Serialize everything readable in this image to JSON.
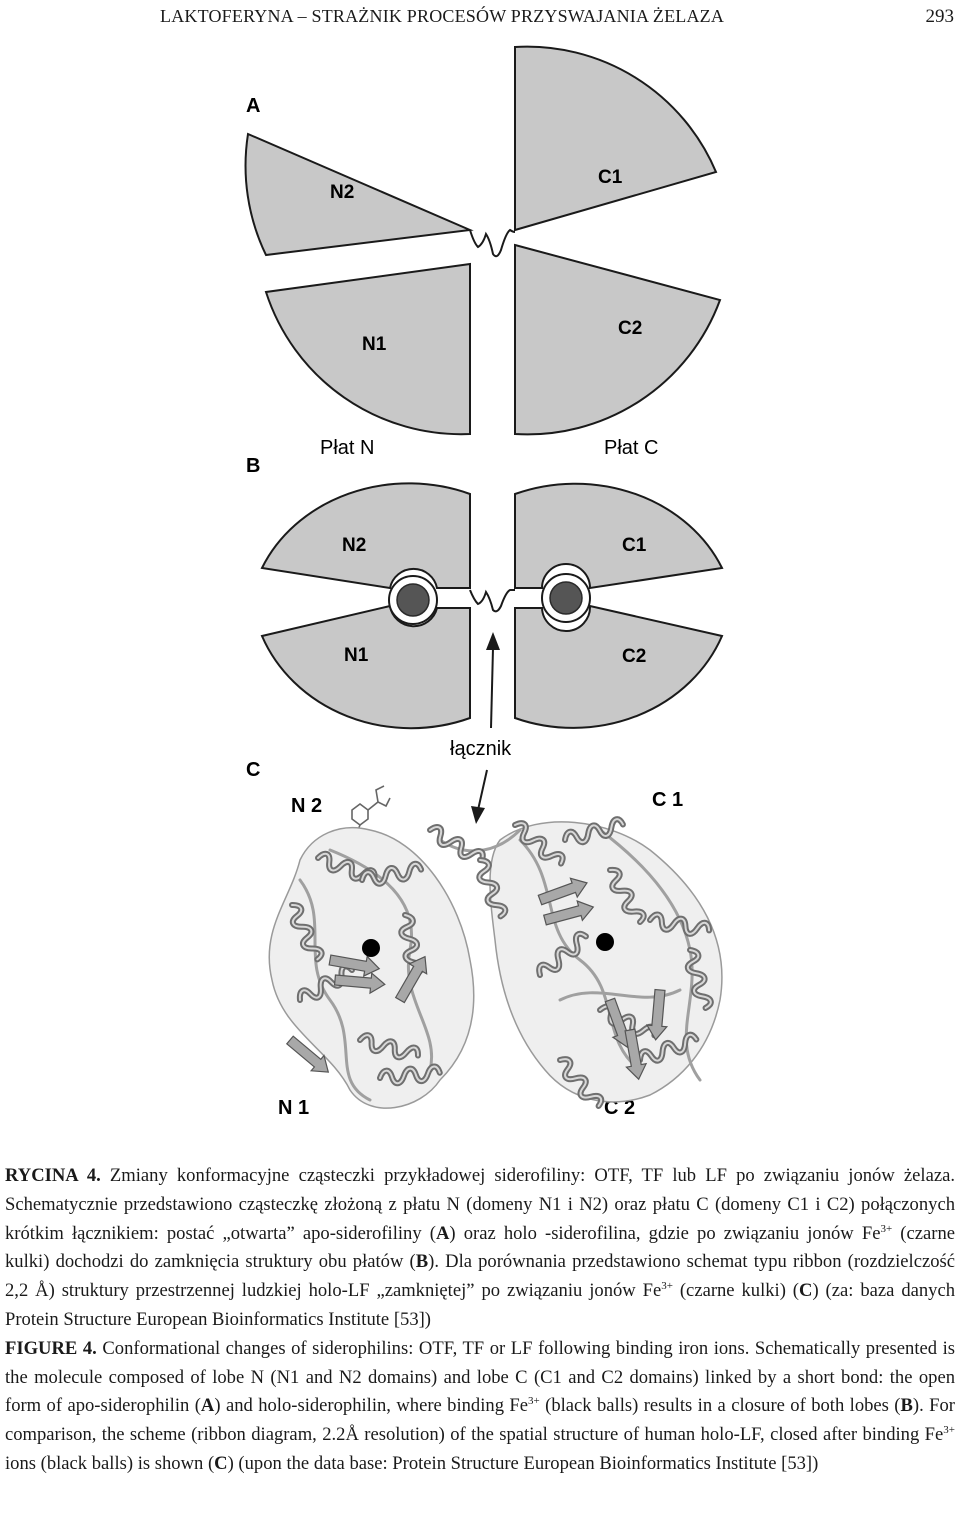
{
  "header": {
    "running_title": "LAKTOFERYNA – STRAŻNIK PROCESÓW PRZYSWAJANIA ŻELAZA",
    "page_number": "293"
  },
  "figure": {
    "panel_a": {
      "label": "A",
      "lobes": {
        "n2": "N2",
        "n1": "N1",
        "c1": "C1",
        "c2": "C2"
      }
    },
    "panel_b": {
      "label": "B",
      "lobe_n_title": "Płat N",
      "lobe_c_title": "Płat C",
      "lobes": {
        "n2": "N2",
        "n1": "N1",
        "c1": "C1",
        "c2": "C2"
      },
      "linker_label": "łącznik"
    },
    "panel_c": {
      "label": "C",
      "domains": {
        "n2": "N 2",
        "c1": "C 1",
        "n1": "N 1",
        "c2": "C 2"
      }
    }
  },
  "caption_pl": {
    "label": "RYCINA 4.",
    "part1": " Zmiany konformacyjne cząsteczki przykładowej siderofiliny: OTF, TF lub LF po związaniu jonów żelaza. Schematycznie przedstawiono cząsteczkę złożoną z płatu N (domeny N1 i N2) oraz płatu C (domeny C1 i C2) połączonych krótkim łącznikiem: postać „otwarta” apo-siderofiliny (",
    "ref_a": "A",
    "part2": ") oraz holo -siderofilina, gdzie po związaniu jonów Fe",
    "sup1": "3+",
    "part3": " (czarne kulki) dochodzi do zamknięcia struktury obu płatów (",
    "ref_b": "B",
    "part4": "). Dla porównania przedstawiono schemat typu ribbon (rozdzielczość 2,2 Å) struktury przestrzennej ludzkiej holo-LF „zamkniętej” po związaniu jonów Fe",
    "sup2": "3+",
    "part5": " (czarne kulki) (",
    "ref_c": "C",
    "part6": ") (za: baza danych Protein Structure European Bioinformatics Institute [53])"
  },
  "caption_en": {
    "label": "FIGURE 4.",
    "part1": " Conformational changes of siderophilins: OTF, TF or LF following binding iron ions. Schematically presented is the molecule composed of lobe N (N1 and N2 domains) and lobe C (C1 and C2 domains) linked by a short bond: the open form of apo-siderophilin (",
    "ref_a": "A",
    "part2": ") and holo-siderophilin, where binding Fe",
    "sup1": "3+",
    "part3": " (black balls) results in a closure of both lobes (",
    "ref_b": "B",
    "part4": "). For comparison, the scheme (ribbon diagram, 2.2Å resolution) of the spatial structure of human holo-LF, closed after binding Fe",
    "sup2": "3+",
    "part5": " ions (black balls) is shown (",
    "ref_c": "C",
    "part6": ") (upon the data base: Protein Structure European Bioinformatics Institute [53])"
  },
  "colors": {
    "lobe_fill": "#c8c8c8",
    "outline": "#1a1a1a",
    "ribbon": "#8a8a8a",
    "iron_ball": "#555555"
  },
  "icons": {
    "linker_arrow": "arrow-up-icon",
    "iron_ion": "black-ball-icon"
  }
}
